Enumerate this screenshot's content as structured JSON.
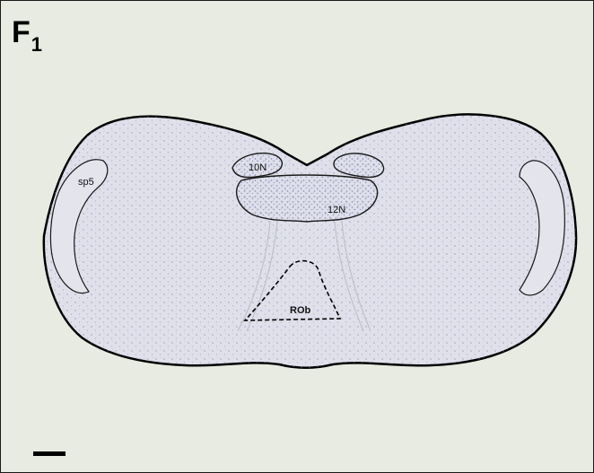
{
  "figure": {
    "panel_letter": "F",
    "panel_subscript": "1"
  },
  "regions": {
    "sp5": "sp5",
    "ten_n": "10N",
    "twelve_n": "12N",
    "rob": "ROb"
  },
  "colors": {
    "background": "#e7ebe1",
    "tissue": "#dfe0ea",
    "stain": "#7d7fb0",
    "outline": "#000000"
  }
}
